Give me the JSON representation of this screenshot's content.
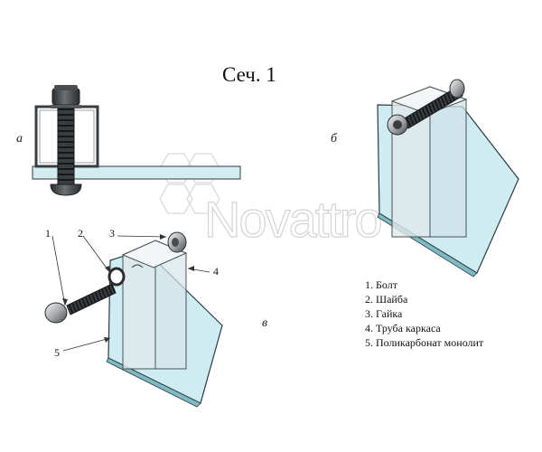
{
  "title": "Сеч. 1",
  "panels": {
    "a": "а",
    "b": "б",
    "c": "в"
  },
  "callouts": [
    "1",
    "2",
    "3",
    "4",
    "5"
  ],
  "legend": [
    "1. Болт",
    "2. Шайба",
    "3. Гайка",
    "4. Труба каркаса",
    "5. Поликарбонат монолит"
  ],
  "watermark": "Novattro",
  "colors": {
    "glass": "#bfe6ee",
    "glass_edge": "#2b3b40",
    "tube": "#ecf1f2",
    "bolt": "#3a3d40"
  }
}
